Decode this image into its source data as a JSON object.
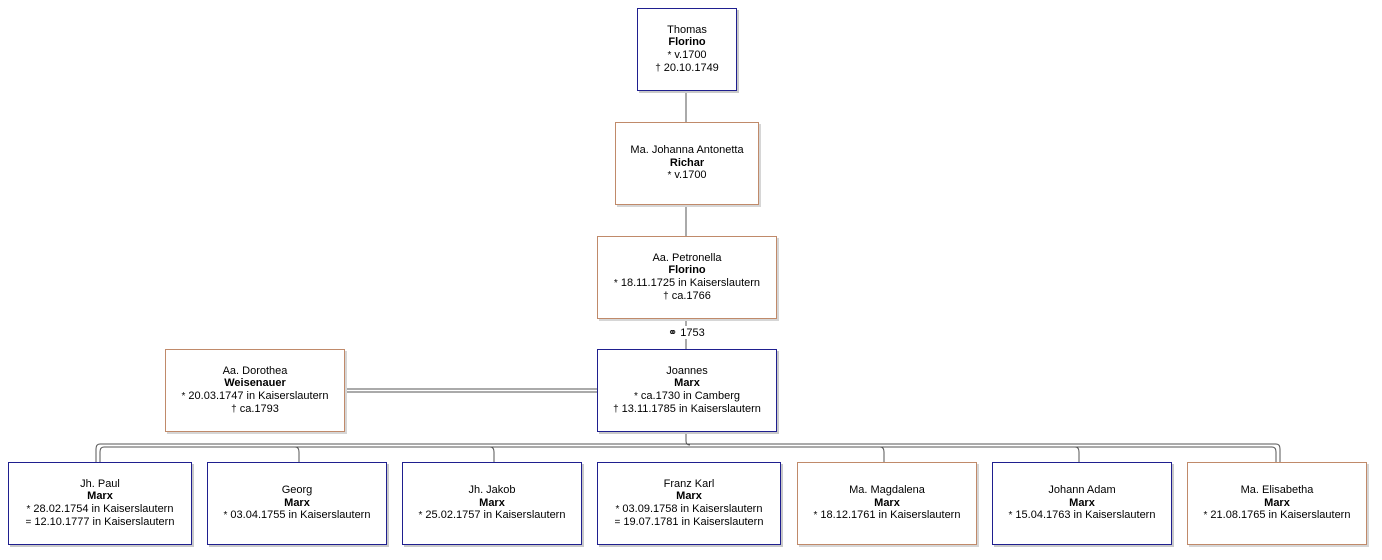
{
  "marriage_label": {
    "symbol": "⚭",
    "year": "1753"
  },
  "persons": {
    "thomas": {
      "given": "Thomas",
      "surname": "Florino",
      "events": [
        {
          "sym": "*",
          "text": "v.1700"
        },
        {
          "sym": "†",
          "text": "20.10.1749"
        }
      ]
    },
    "johanna": {
      "given": "Ma. Johanna Antonetta",
      "surname": "Richar",
      "events": [
        {
          "sym": "*",
          "text": "v.1700"
        }
      ]
    },
    "petronella": {
      "given": "Aa. Petronella",
      "surname": "Florino",
      "events": [
        {
          "sym": "*",
          "text": "18.11.1725 in Kaiserslautern"
        },
        {
          "sym": "†",
          "text": "ca.1766"
        }
      ]
    },
    "dorothea": {
      "given": "Aa. Dorothea",
      "surname": "Weisenauer",
      "events": [
        {
          "sym": "*",
          "text": "20.03.1747 in Kaiserslautern"
        },
        {
          "sym": "†",
          "text": "ca.1793"
        }
      ]
    },
    "joannes": {
      "given": "Joannes",
      "surname": "Marx",
      "events": [
        {
          "sym": "*",
          "text": "ca.1730 in Camberg"
        },
        {
          "sym": "†",
          "text": "13.11.1785 in Kaiserslautern"
        }
      ]
    },
    "paul": {
      "given": "Jh. Paul",
      "surname": "Marx",
      "events": [
        {
          "sym": "*",
          "text": "28.02.1754 in Kaiserslautern"
        },
        {
          "sym": "=",
          "text": "12.10.1777 in Kaiserslautern"
        }
      ]
    },
    "georg": {
      "given": "Georg",
      "surname": "Marx",
      "events": [
        {
          "sym": "*",
          "text": "03.04.1755 in Kaiserslautern"
        }
      ]
    },
    "jakob": {
      "given": "Jh. Jakob",
      "surname": "Marx",
      "events": [
        {
          "sym": "*",
          "text": "25.02.1757 in Kaiserslautern"
        }
      ]
    },
    "franz": {
      "given": "Franz Karl",
      "surname": "Marx",
      "events": [
        {
          "sym": "*",
          "text": "03.09.1758 in Kaiserslautern"
        },
        {
          "sym": "=",
          "text": "19.07.1781 in Kaiserslautern"
        }
      ]
    },
    "magdalena": {
      "given": "Ma. Magdalena",
      "surname": "Marx",
      "events": [
        {
          "sym": "*",
          "text": "18.12.1761 in Kaiserslautern"
        }
      ]
    },
    "adam": {
      "given": "Johann Adam",
      "surname": "Marx",
      "events": [
        {
          "sym": "*",
          "text": "15.04.1763 in Kaiserslautern"
        }
      ]
    },
    "elisabetha": {
      "given": "Ma. Elisabetha",
      "surname": "Marx",
      "events": [
        {
          "sym": "*",
          "text": "21.08.1765 in Kaiserslautern"
        }
      ]
    }
  }
}
